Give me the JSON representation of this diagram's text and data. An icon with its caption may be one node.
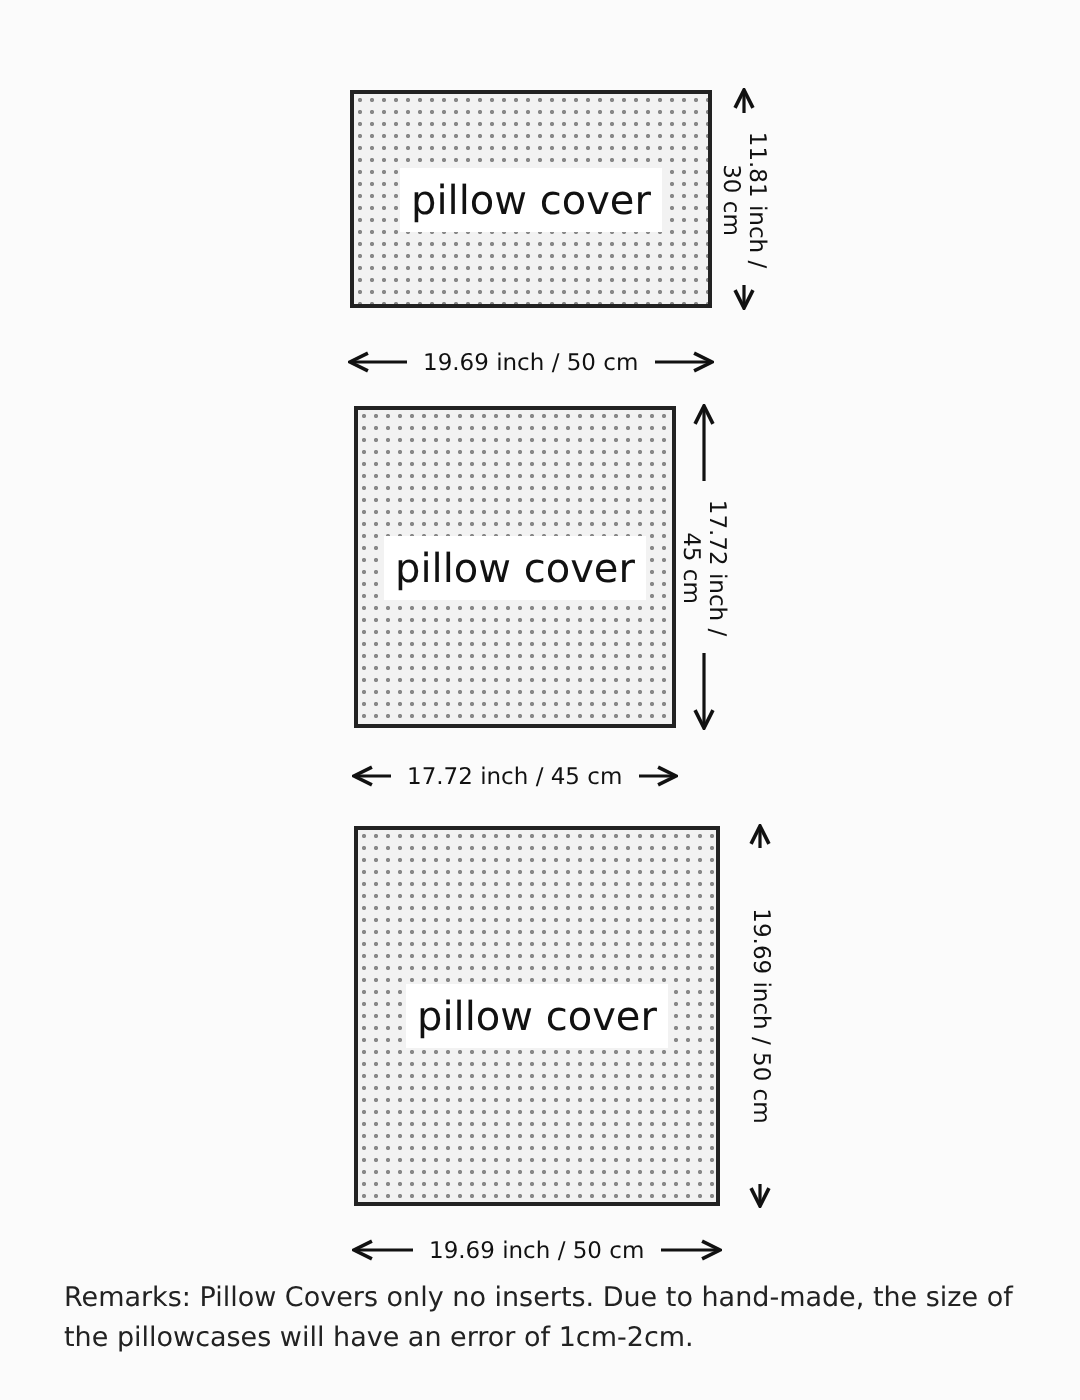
{
  "diagram": {
    "nodes": [
      {
        "text": [
          "pillow cover"
        ],
        "beside": [
          "11.81 inch / 30 cm",
          "19.69 inch / 50 cm"
        ]
      },
      {
        "text": [
          "pillow cover"
        ],
        "beside": [
          "17.72 inch / 45 cm",
          "17.72 inch / 45 cm"
        ]
      },
      {
        "text": [
          "pillow cover"
        ],
        "beside": [
          "19.69 inch / 50 cm",
          "19.69 inch / 50 cm"
        ]
      }
    ],
    "edges": [],
    "labels": [
      "Remarks:  Pillow Covers only no inserts. Due to hand-made, the size of the pillowcases will have an error of 1cm-2cm."
    ]
  }
}
